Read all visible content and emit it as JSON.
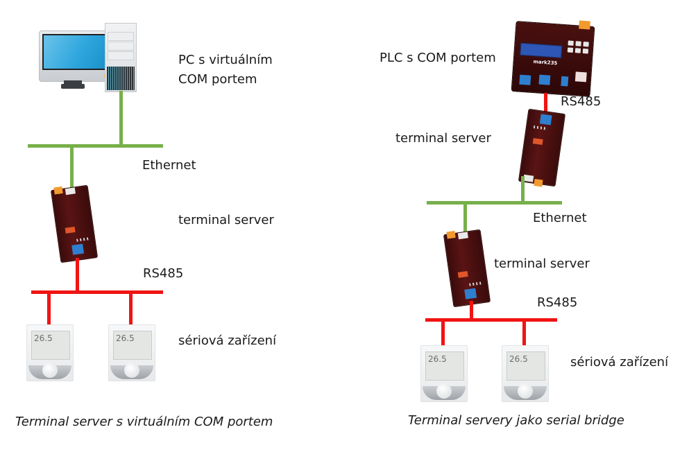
{
  "left_diagram": {
    "pc_label_line1": "PC s virtuálním",
    "pc_label_line2": "COM portem",
    "ethernet_label": "Ethernet",
    "terminal_server_label": "terminal server",
    "rs485_label": "RS485",
    "serial_devices_label": "sériová zařízení",
    "thermostat_display": [
      "26.5",
      "26.5"
    ],
    "caption": "Terminal server s virtuálním COM portem"
  },
  "right_diagram": {
    "plc_label": "PLC s COM portem",
    "plc_brand": "mark235",
    "rs485_top_label": "RS485",
    "terminal_server_top_label": "terminal server",
    "ethernet_label": "Ethernet",
    "terminal_server_bottom_label": "terminal server",
    "rs485_bottom_label": "RS485",
    "serial_devices_label": "sériová zařízení",
    "thermostat_display": [
      "26.5",
      "26.5"
    ],
    "caption": "Terminal servery jako serial bridge"
  },
  "colors": {
    "ethernet": "#77b04a",
    "rs485": "#f01414"
  }
}
